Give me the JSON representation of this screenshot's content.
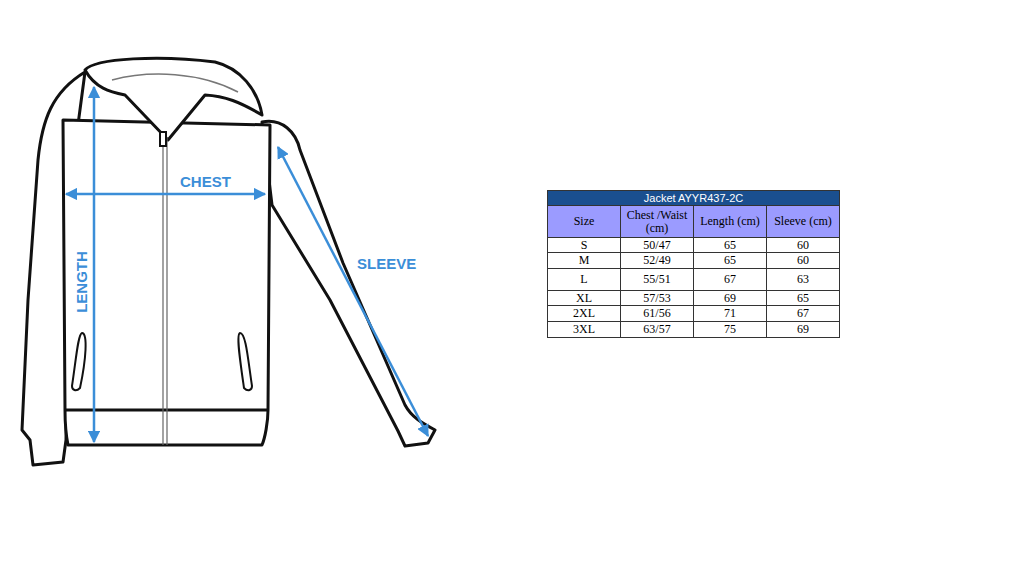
{
  "diagram": {
    "labels": [
      "CHEST",
      "LENGTH",
      "SLEEVE",
      "Jacket AYYR437-2C",
      "Size",
      "Chest /Waist (cm)",
      "Length (cm)",
      "Sleeve (cm)",
      "S",
      "50/47",
      "65",
      "60",
      "M",
      "52/49",
      "65",
      "60",
      "L",
      "55/51",
      "67",
      "63",
      "XL",
      "57/53",
      "69",
      "65",
      "2XL",
      "61/56",
      "71",
      "67",
      "3XL",
      "63/57",
      "75",
      "69"
    ]
  }
}
